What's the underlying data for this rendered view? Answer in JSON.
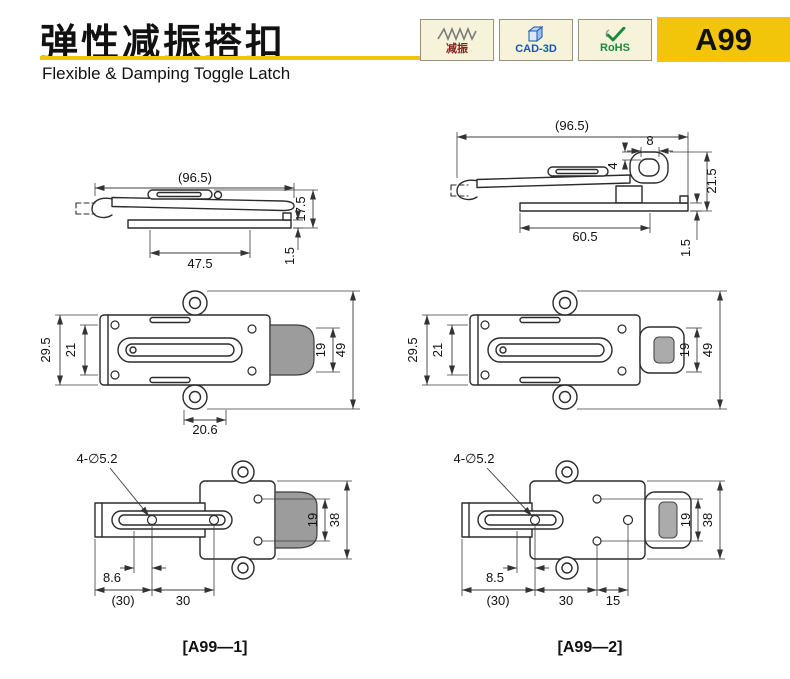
{
  "header": {
    "title_zh": "弹性减振搭扣",
    "title_en": "Flexible & Damping Toggle Latch",
    "part_number": "A99",
    "badges": {
      "damping": "减振",
      "cad": "CAD-3D",
      "rohs": "RoHS"
    }
  },
  "colors": {
    "accent_yellow": "#f2c50a",
    "badge_bg": "#f7f3da",
    "cad_blue": "#1656b4",
    "rohs_green": "#188a3c",
    "damping_red": "#8a2020",
    "drawing_line": "#2b2b2b"
  },
  "a99_1": {
    "label": "[A99—1]",
    "side_view": {
      "overall_length": "(96.5)",
      "height": "17.5",
      "base_length": "47.5",
      "plate_thickness": "1.5"
    },
    "front_view": {
      "body_width": "29.5",
      "inner_width": "21",
      "keeper_width": "19",
      "overall_width": "49",
      "loop_width": "20.6"
    },
    "plan_view": {
      "holes": "4-∅5.2",
      "body_width": "38",
      "hole_spacing_v": "19",
      "hole_offset": "8.6",
      "end_spacing": "(30)",
      "hole_spacing_h": "30"
    }
  },
  "a99_2": {
    "label": "[A99—2]",
    "side_view": {
      "overall_length": "(96.5)",
      "loop_width": "8",
      "loop_height": "4",
      "height": "21.5",
      "base_length": "60.5",
      "plate_thickness": "1.5"
    },
    "front_view": {
      "body_width": "29.5",
      "inner_width": "21",
      "keeper_width": "19",
      "overall_width": "49"
    },
    "plan_view": {
      "holes": "4-∅5.2",
      "body_width": "38",
      "hole_spacing_v": "19",
      "hole_offset": "8.5",
      "end_spacing": "(30)",
      "hole_spacing_h": "30",
      "hole_spacing_h2": "15"
    }
  }
}
